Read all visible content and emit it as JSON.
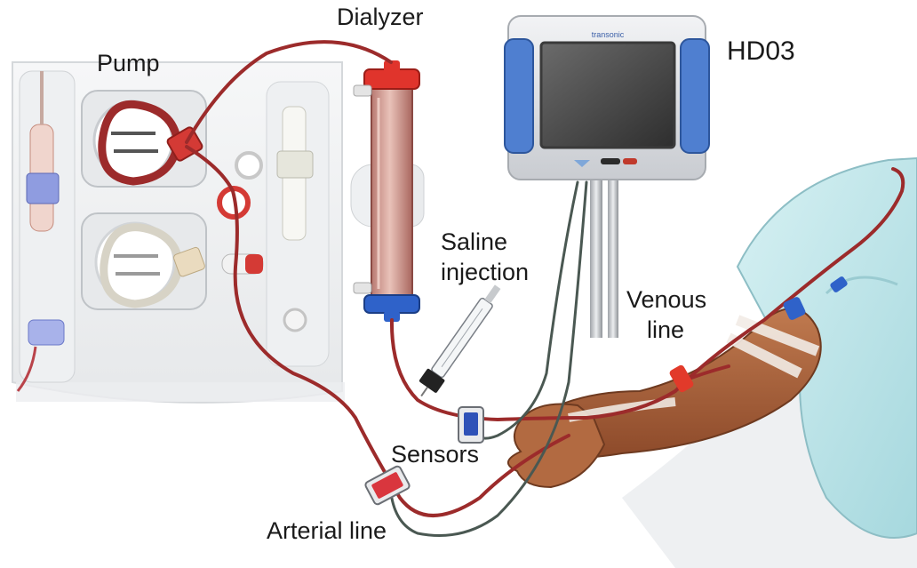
{
  "labels": {
    "pump": "Pump",
    "dialyzer": "Dialyzer",
    "monitor": "HD03",
    "saline_line1": "Saline",
    "saline_line2": "injection",
    "venous_line1": "Venous",
    "venous_line2": "line",
    "sensors": "Sensors",
    "arterial": "Arterial line"
  },
  "monitor_brand": "transonic",
  "colors": {
    "blood_tube": "#9c2b2b",
    "sensor_cable": "#4a5852",
    "monitor_accent": "#4f7fd0",
    "skin": "#a8603a",
    "gown": "#bfe6ea",
    "connector_red": "#e23a2a",
    "connector_blue": "#2f62c9"
  }
}
